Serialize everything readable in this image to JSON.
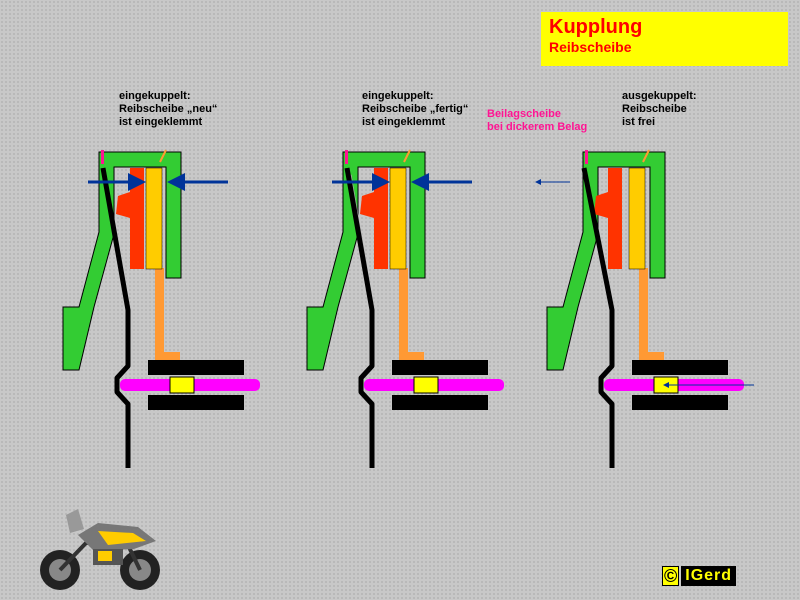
{
  "title": {
    "main": "Kupplung",
    "sub": "Reibscheibe"
  },
  "panels": [
    {
      "state": "eingekuppelt:",
      "line2": "Reibscheibe „neu“",
      "line3": "ist eingeklemmt"
    },
    {
      "state": "eingekuppelt:",
      "line2": "Reibscheibe „fertig“",
      "line3": "ist eingeklemmt"
    },
    {
      "state": "ausgekuppelt:",
      "line2": "Reibscheibe",
      "line3": "ist frei"
    }
  ],
  "shim_note": {
    "line1": "Beilagscheibe",
    "line2": "bei dickerem Belag"
  },
  "copyright": {
    "symbol": "©",
    "author": "IGerd"
  },
  "colors": {
    "housing": "#33cc33",
    "friction_disc": "#ff3300",
    "pressure_plate": "#ffcc00",
    "hub": "#ff9933",
    "shaft": "#ff00ff",
    "spring": "#000000",
    "arrow": "#003399",
    "title_bg": "#ffff00",
    "title_text": "#ff0000",
    "shim": "#ff1493"
  },
  "icons": [
    "motorcycle-icon",
    "copyright-icon"
  ]
}
